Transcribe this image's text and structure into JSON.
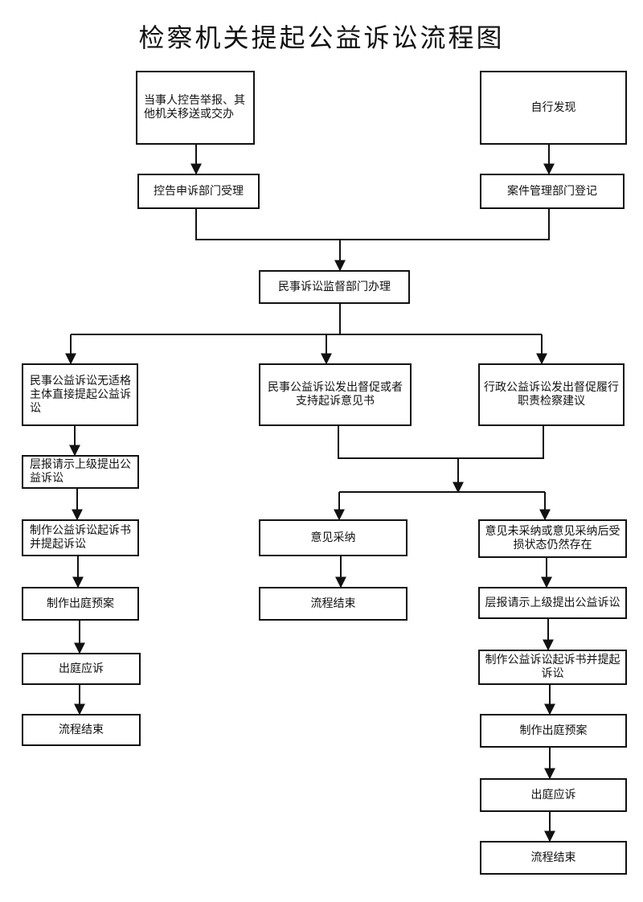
{
  "title": "检察机关提起公益诉讼流程图",
  "boxes": {
    "complaint_report": "当事人控告举报、其他机关移送或交办",
    "self_discovery": "自行发现",
    "complaint_dept": "控告申诉部门受理",
    "case_mgmt": "案件管理部门登记",
    "civil_supervision": "民事诉讼监督部门办理",
    "civil_no_subject": "民事公益诉讼无适格主体直接提起公益诉讼",
    "civil_urge": "民事公益诉讼发出督促或者支持起诉意见书",
    "admin_urge": "行政公益诉讼发出督促履行职责检察建议",
    "left_report": "层报请示上级提出公益诉讼",
    "left_draft": "制作公益诉讼起诉书并提起诉讼",
    "left_plan": "制作出庭预案",
    "left_court": "出庭应诉",
    "left_end": "流程结束",
    "adopted": "意见采纳",
    "mid_end": "流程结束",
    "not_adopted": "意见未采纳或意见采纳后受损状态仍然存在",
    "right_report": "层报请示上级提出公益诉讼",
    "right_draft": "制作公益诉讼起诉书并提起诉讼",
    "right_plan": "制作出庭预案",
    "right_court": "出庭应诉",
    "right_end": "流程结束"
  }
}
